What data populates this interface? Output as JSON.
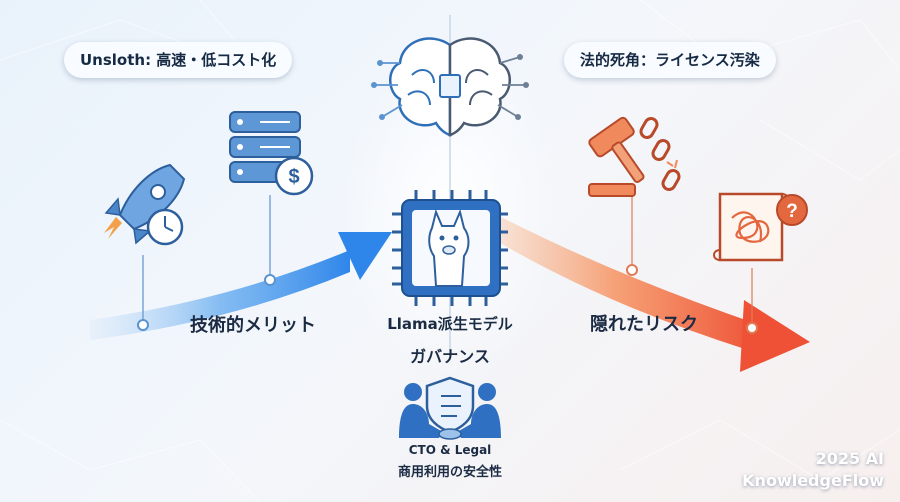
{
  "left": {
    "header": "Unsloth: 高速・低コスト化",
    "label": "技術的メリット",
    "icons": [
      "rocket-clock-icon",
      "server-dollar-icon"
    ],
    "accent": "#3b8be6"
  },
  "right": {
    "header": "法的死角：ライセンス汚染",
    "label": "隠れたリスク",
    "icons": [
      "gavel-chain-icon",
      "tangled-document-question-icon"
    ],
    "accent": "#f0663f"
  },
  "center": {
    "top_icon": "brain-circuit-icon",
    "chip_icon": "llama-chip-icon",
    "chip_label": "Llama派生モデル",
    "governance_title": "ガバナンス",
    "handshake_icon": "handshake-shield-icon",
    "caption_line1": "CTO & Legal",
    "caption_line2": "商用利用の安全性"
  },
  "watermark": {
    "line1": "2025 AI",
    "line2": "KnowledgeFlow"
  }
}
